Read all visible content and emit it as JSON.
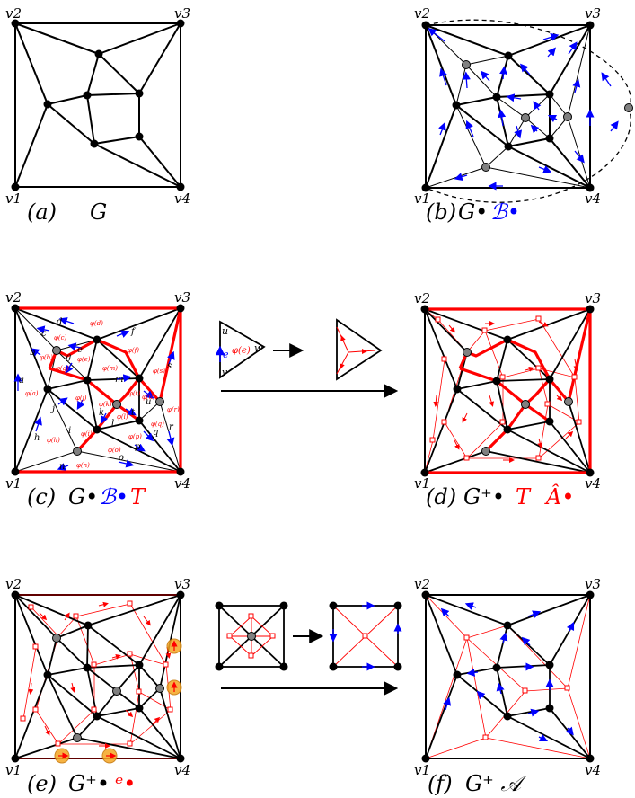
{
  "corner_labels": {
    "v1": "v1",
    "v2": "v2",
    "v3": "v3",
    "v4": "v4"
  },
  "panels": {
    "a": {
      "tag": "(a)",
      "caption": "G"
    },
    "b": {
      "tag": "(b)",
      "caption_black": "G•",
      "caption_blue": "ℬ•"
    },
    "c": {
      "tag": "(c)",
      "caption_black": "G•",
      "caption_blue": "ℬ•",
      "caption_red": "T"
    },
    "d": {
      "tag": "(d)",
      "caption_black": "G⁺•",
      "caption_red": "T",
      "caption_red2": "Â•"
    },
    "e": {
      "tag": "(e)",
      "caption_black": "G⁺•",
      "caption_red": "ᵉ•"
    },
    "f": {
      "tag": "(f)",
      "caption_black": "G⁺  𝒜"
    }
  },
  "edge_labels_c": [
    "a",
    "b",
    "c",
    "d",
    "e",
    "f",
    "g",
    "h",
    "i",
    "j",
    "k",
    "l",
    "m",
    "n",
    "o",
    "p",
    "q",
    "r",
    "s",
    "t",
    "u"
  ],
  "phi_labels_c": [
    "φ(a)",
    "φ(b)",
    "φ(c)",
    "φ(d)",
    "φ(e)",
    "φ(f)",
    "φ(g)",
    "φ(h)",
    "φ(i)",
    "φ(j)",
    "φ(k)",
    "φ(l)",
    "φ(m)",
    "φ(n)",
    "φ(o)",
    "φ(p)",
    "φ(q)",
    "φ(r)",
    "φ(s)",
    "φ(t)",
    "φ(u)"
  ],
  "inset_triangle": {
    "u": "u",
    "v": "v",
    "w": "w",
    "e": "e",
    "phi": "φ(e)"
  },
  "colors": {
    "black": "#000000",
    "blue": "#0000ff",
    "red": "#ff0000",
    "gray_vertex": "#808080",
    "highlight": "#f5a623"
  }
}
